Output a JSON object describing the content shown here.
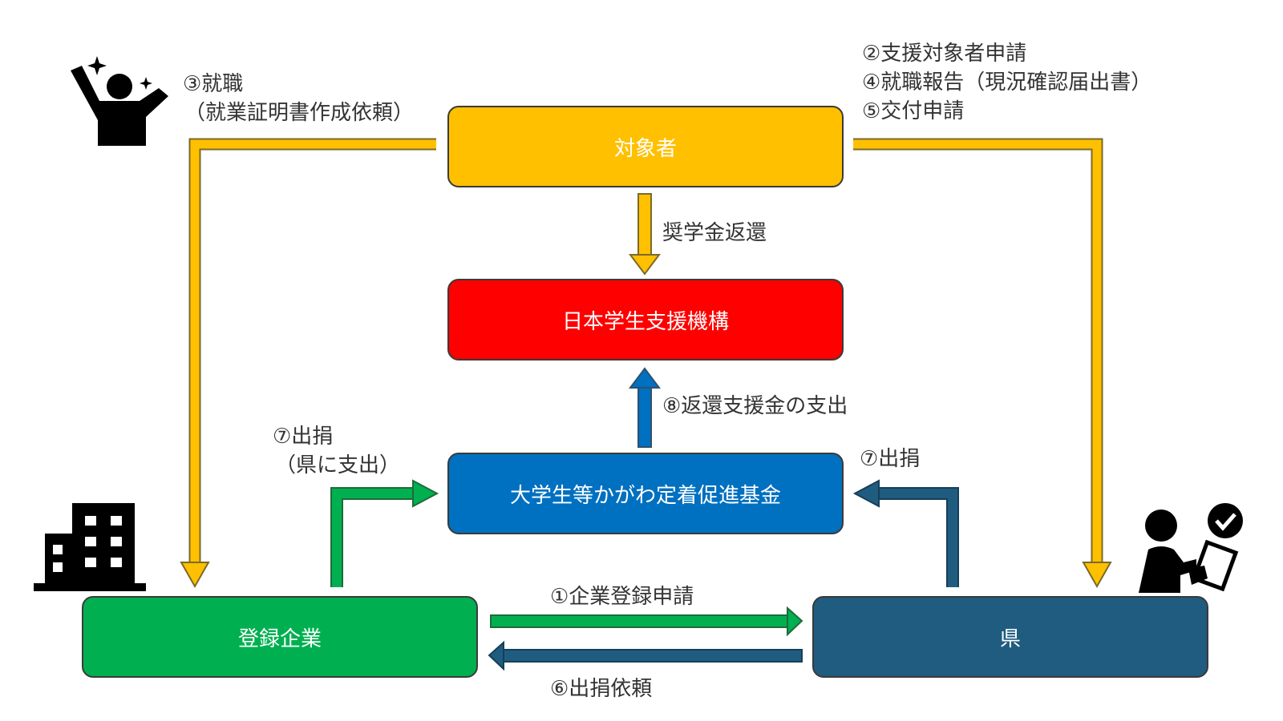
{
  "nodes": {
    "target": "対象者",
    "jasso": "日本学生支援機構",
    "fund": "大学生等かがわ定着促進基金",
    "company": "登録企業",
    "prefecture": "県"
  },
  "labels": {
    "employment_line1": "③就職",
    "employment_line2": "（就業証明書作成依頼）",
    "apply_line1": "②支援対象者申請",
    "apply_line2": "④就職報告（現況確認届出書）",
    "apply_line3": "⑤交付申請",
    "repayment": "奨学金返還",
    "support_payment": "⑧返還支援金の支出",
    "donation_company_line1": "⑦出捐",
    "donation_company_line2": "（県に支出）",
    "donation_pref": "⑦出捐",
    "company_registration": "①企業登録申請",
    "donation_request": "⑥出捐依頼"
  },
  "colors": {
    "target": "#FFC000",
    "jasso": "#FF0000",
    "fund": "#0070C0",
    "company": "#00B050",
    "prefecture": "#1F5C80",
    "arrow_yellow": "#FFC000",
    "arrow_green": "#00B050",
    "arrow_blue": "#0070C0",
    "arrow_teal": "#1F5C80"
  },
  "icons": [
    "person-celebrating-icon",
    "building-icon",
    "person-with-clipboard-icon"
  ]
}
